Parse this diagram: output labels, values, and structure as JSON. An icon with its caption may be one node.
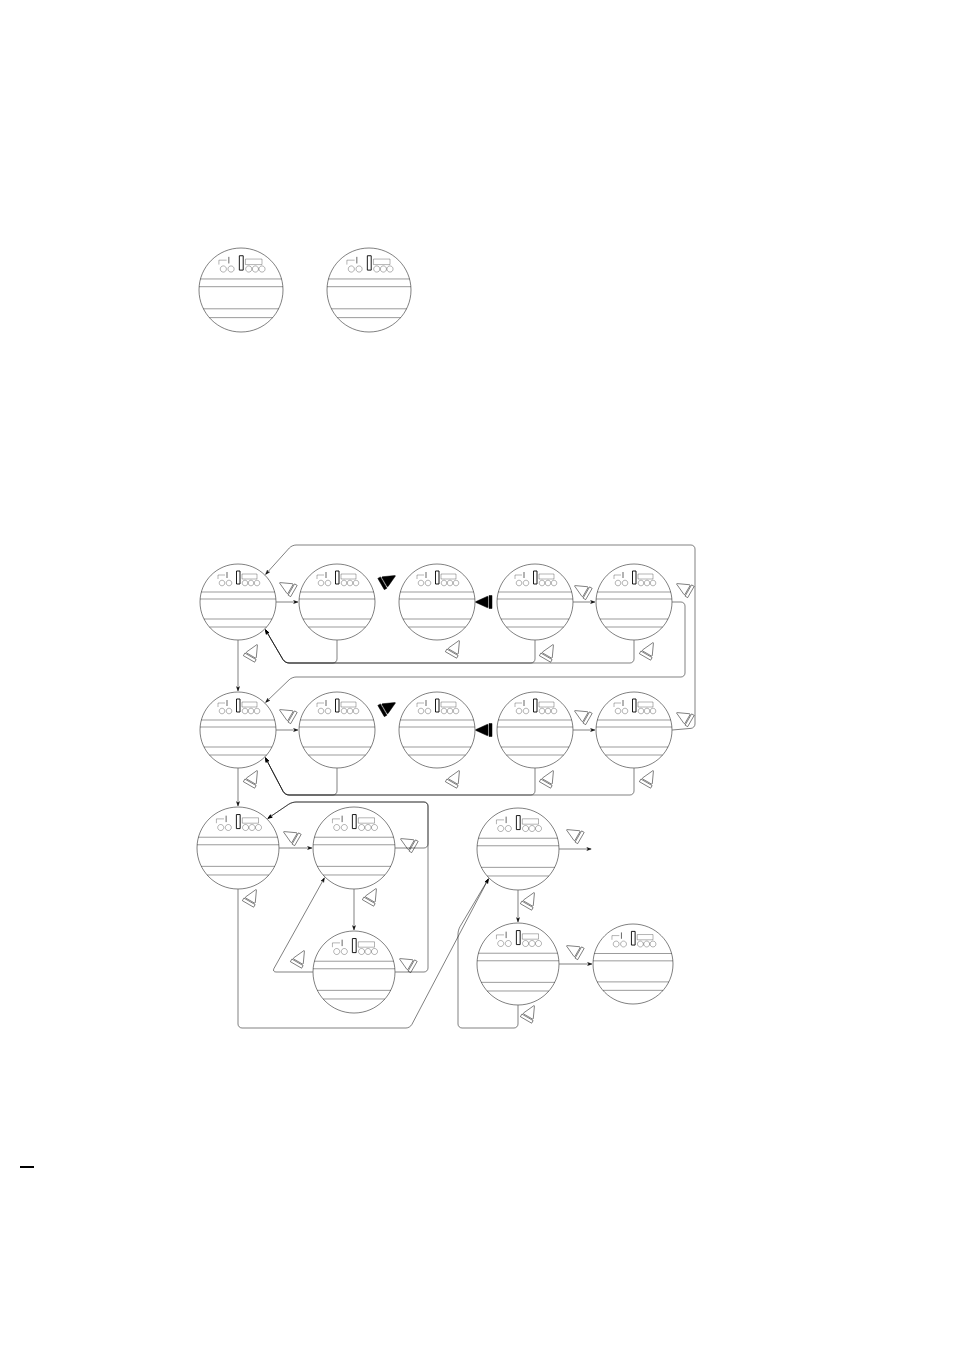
{
  "diagram": {
    "nodes": [
      {
        "text": [],
        "shape": "circle"
      },
      {
        "text": [],
        "shape": "circle"
      },
      {
        "text": [],
        "shape": "circle"
      },
      {
        "text": [],
        "shape": "circle"
      },
      {
        "text": [],
        "shape": "circle"
      },
      {
        "text": [],
        "shape": "circle"
      },
      {
        "text": [],
        "shape": "circle"
      },
      {
        "text": [],
        "shape": "circle"
      },
      {
        "text": [],
        "shape": "circle"
      },
      {
        "text": [],
        "shape": "circle"
      },
      {
        "text": [],
        "shape": "circle"
      },
      {
        "text": [],
        "shape": "circle"
      },
      {
        "text": [],
        "shape": "circle"
      },
      {
        "text": [],
        "shape": "circle"
      },
      {
        "text": [],
        "shape": "circle"
      },
      {
        "text": [],
        "shape": "circle"
      },
      {
        "text": [],
        "shape": "circle"
      },
      {
        "text": [],
        "shape": "circle"
      }
    ],
    "edges": [
      {
        "from": 2,
        "to": 3,
        "arrow": "to"
      },
      {
        "from": 5,
        "to": 6,
        "arrow": "to"
      },
      {
        "from": 3,
        "to": 2,
        "arrow": "to"
      },
      {
        "from": 5,
        "to": 2,
        "arrow": "to"
      },
      {
        "from": 6,
        "to": 2,
        "arrow": "to"
      },
      {
        "from": 2,
        "to": 7,
        "arrow": "to"
      },
      {
        "from": 6,
        "to": 7,
        "arrow": "to"
      },
      {
        "from": 11,
        "to": 2,
        "arrow": "to"
      },
      {
        "from": 7,
        "to": 8,
        "arrow": "to"
      },
      {
        "from": 10,
        "to": 11,
        "arrow": "to"
      },
      {
        "from": 8,
        "to": 7,
        "arrow": "to"
      },
      {
        "from": 10,
        "to": 7,
        "arrow": "to"
      },
      {
        "from": 11,
        "to": 7,
        "arrow": "to"
      },
      {
        "from": 7,
        "to": 12,
        "arrow": "to"
      },
      {
        "from": 12,
        "to": 13,
        "arrow": "to"
      },
      {
        "from": 13,
        "to": 12,
        "arrow": "to"
      },
      {
        "from": 15,
        "to": 12,
        "arrow": "to"
      },
      {
        "from": 13,
        "to": 15,
        "arrow": "to"
      },
      {
        "from": 15,
        "to": 13,
        "arrow": "to"
      },
      {
        "from": 12,
        "to": 14,
        "arrow": "to"
      },
      {
        "from": 14,
        "to": null,
        "arrow": "to"
      },
      {
        "from": 14,
        "to": 16,
        "arrow": "to"
      },
      {
        "from": 16,
        "to": 17,
        "arrow": "to"
      },
      {
        "from": 16,
        "to": 14,
        "arrow": "to"
      }
    ]
  }
}
